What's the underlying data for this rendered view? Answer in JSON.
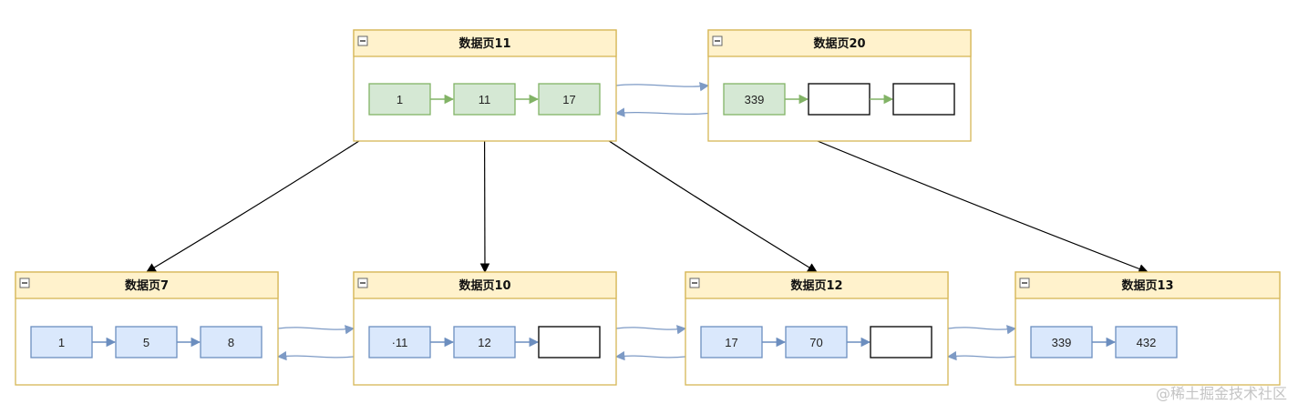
{
  "pages": [
    {
      "id": "p11",
      "title": "数据页11",
      "kind": "green",
      "cells": [
        "1",
        "11",
        "17"
      ]
    },
    {
      "id": "p20",
      "title": "数据页20",
      "kind": "green",
      "cells": [
        "339",
        "",
        ""
      ]
    },
    {
      "id": "p7",
      "title": "数据页7",
      "kind": "blue",
      "cells": [
        "1",
        "5",
        "8"
      ]
    },
    {
      "id": "p10",
      "title": "数据页10",
      "kind": "blue",
      "cells": [
        "·11",
        "12",
        ""
      ]
    },
    {
      "id": "p12",
      "title": "数据页12",
      "kind": "blue",
      "cells": [
        "17",
        "70",
        ""
      ]
    },
    {
      "id": "p13",
      "title": "数据页13",
      "kind": "blue",
      "cells": [
        "339",
        "432"
      ]
    }
  ],
  "sibling_links": [
    {
      "from": "p11",
      "to": "p20"
    },
    {
      "from": "p7",
      "to": "p10"
    },
    {
      "from": "p10",
      "to": "p12"
    },
    {
      "from": "p12",
      "to": "p13"
    }
  ],
  "child_links": [
    {
      "from": "p11",
      "cell": 0,
      "to": "p7"
    },
    {
      "from": "p11",
      "cell": 1,
      "to": "p10"
    },
    {
      "from": "p11",
      "cell": 2,
      "to": "p12"
    },
    {
      "from": "p20",
      "cell": 0,
      "to": "p13"
    }
  ],
  "watermark": "@稀土掘金技术社区"
}
